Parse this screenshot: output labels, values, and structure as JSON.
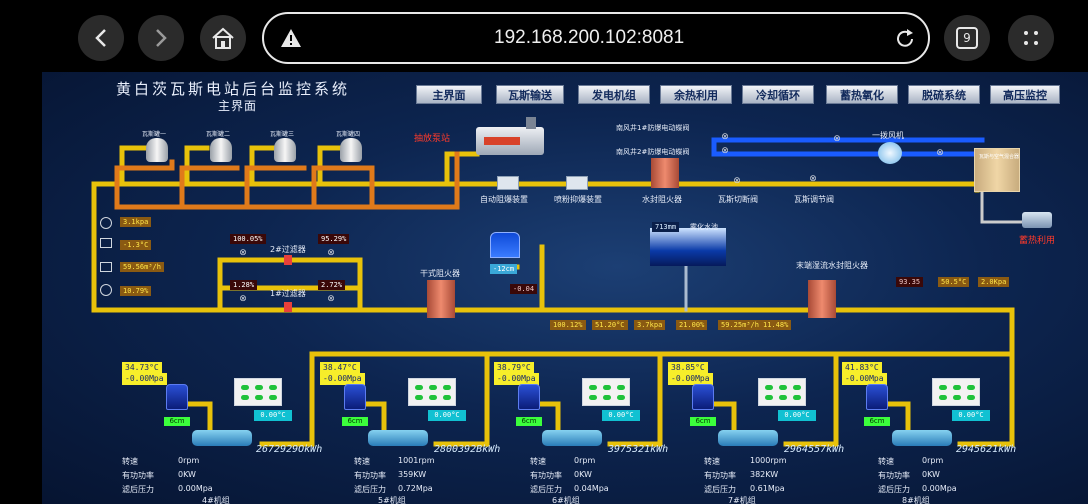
{
  "browser": {
    "url": "192.168.200.102:8081",
    "tab_count": "9"
  },
  "scada": {
    "title": "黄白茨瓦斯电站后台监控系统",
    "subtitle": "主界面",
    "nav": [
      "主界面",
      "瓦斯输送",
      "发电机组",
      "余热利用",
      "冷却循环",
      "蓄热氧化",
      "脱硫系统",
      "高压监控"
    ],
    "labels": {
      "tank1": "瓦斯罐一",
      "tank2": "瓦斯罐二",
      "tank3": "瓦斯罐三",
      "tank4": "瓦斯罐四",
      "pump_station": "抽放泵站",
      "auto_arrester": "自动阻爆装置",
      "powder_suppressor": "喷粉抑爆装置",
      "water_seal": "水封阻火器",
      "gas_cutoff": "瓦斯切断阀",
      "gas_regulator": "瓦斯调节阀",
      "valve_s1": "南风井1#防爆电动蝶阀",
      "valve_s2": "南风井2#防爆电动蝶阀",
      "fan": "一拨风机",
      "mixer": "瓦斯与空气混合器",
      "heat_use": "蓄热利用",
      "filter2": "2#过滤器",
      "filter1": "1#过滤器",
      "dry_arrester": "干式阻火器",
      "atom_pool": "雾化水池",
      "end_arrester": "末端湿流水封阻火器"
    },
    "left_readings": [
      "3.1kpa",
      "-1.3°C",
      "59.56m³/h",
      "10.79%"
    ],
    "filter_readings": [
      "100.05%",
      "95.29%",
      "1.28%",
      "2.72%"
    ],
    "values": {
      "tank_level": "-12cm",
      "pool_level": "713mm",
      "pipe_pressure": "-0.04",
      "end_val1": "93.35",
      "end_val2": "50.5°C",
      "end_val3": "2.0Kpa"
    },
    "manifold_readings": [
      "100.12%",
      "51.20°C",
      "3.7kpa",
      "21.00%",
      "59.25m³/h",
      "11.48%"
    ],
    "units": [
      {
        "name": "4#机组",
        "temp": "34.73°C",
        "press": "-0.00Mpa",
        "disp": "0.00°C",
        "cm": "6cm",
        "energy": "2672929OkWh",
        "speed_label": "转速",
        "speed": "0rpm",
        "power_label": "有功功率",
        "power": "0KW",
        "filter_label": "滤后压力",
        "filter": "0.00Mpa"
      },
      {
        "name": "5#机组",
        "temp": "38.47°C",
        "press": "-0.00Mpa",
        "disp": "0.00°C",
        "cm": "6cm",
        "energy": "2800392BkWh",
        "speed_label": "转速",
        "speed": "1001rpm",
        "power_label": "有功功率",
        "power": "359KW",
        "filter_label": "滤后压力",
        "filter": "0.72Mpa"
      },
      {
        "name": "6#机组",
        "temp": "38.79°C",
        "press": "-0.00Mpa",
        "disp": "0.00°C",
        "cm": "6cm",
        "energy": "3975321kWh",
        "speed_label": "转速",
        "speed": "0rpm",
        "power_label": "有功功率",
        "power": "0KW",
        "filter_label": "滤后压力",
        "filter": "0.04Mpa"
      },
      {
        "name": "7#机组",
        "temp": "38.85°C",
        "press": "-0.00Mpa",
        "disp": "0.00°C",
        "cm": "6cm",
        "energy": "2964557kWh",
        "speed_label": "转速",
        "speed": "1000rpm",
        "power_label": "有功功率",
        "power": "382KW",
        "filter_label": "滤后压力",
        "filter": "0.61Mpa"
      },
      {
        "name": "8#机组",
        "temp": "41.83°C",
        "press": "-0.00Mpa",
        "disp": "0.00°C",
        "cm": "6cm",
        "energy": "2945621kWh",
        "speed_label": "转速",
        "speed": "0rpm",
        "power_label": "有功功率",
        "power": "0KW",
        "filter_label": "滤后压力",
        "filter": "0.00Mpa"
      }
    ]
  }
}
